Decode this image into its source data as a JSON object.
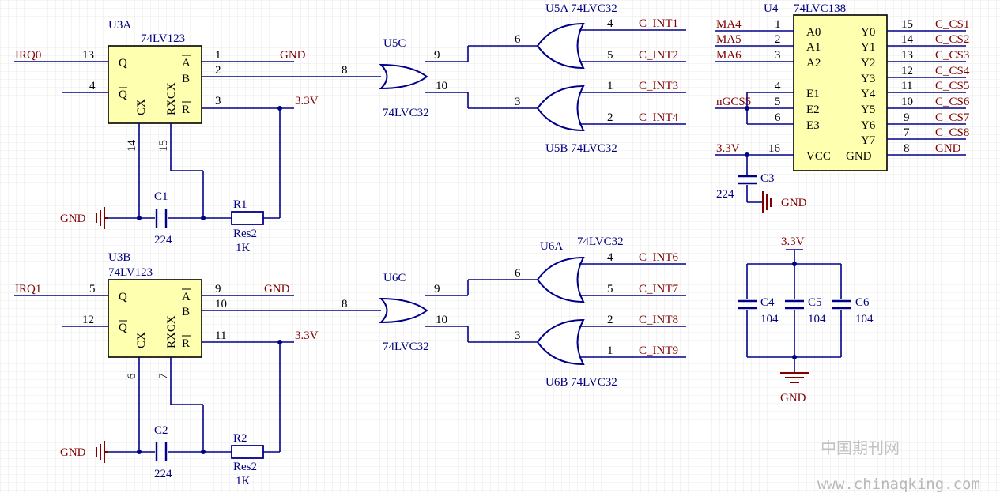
{
  "u3a": {
    "ref": "U3A",
    "part": "74LV123",
    "pin_q": "Q",
    "pin_qn": "Q",
    "pin_a": "A",
    "pin_b": "B",
    "pin_r": "R",
    "pin_cx": "CX",
    "pin_rxcx": "RXCX",
    "n13": "13",
    "n4": "4",
    "n1": "1",
    "n2": "2",
    "n3": "3",
    "n14": "14",
    "n15": "15"
  },
  "u3b": {
    "ref": "U3B",
    "part": "74LV123",
    "pin_q": "Q",
    "pin_qn": "Q",
    "pin_a": "A",
    "pin_b": "B",
    "pin_r": "R",
    "pin_cx": "CX",
    "pin_rxcx": "RXCX",
    "n5": "5",
    "n12": "12",
    "n9": "9",
    "n10": "10",
    "n11": "11",
    "n6": "6",
    "n7": "7"
  },
  "nets": {
    "irq0": "IRQ0",
    "irq1": "IRQ1",
    "gnd": "GND",
    "v33": "3.3V",
    "ngcs5": "nGCS5",
    "ma4": "MA4",
    "ma5": "MA5",
    "ma6": "MA6"
  },
  "c1": {
    "ref": "C1",
    "value": "224"
  },
  "c2": {
    "ref": "C2",
    "value": "224"
  },
  "r1": {
    "ref": "R1",
    "type": "Res2",
    "value": "1K"
  },
  "r2": {
    "ref": "R2",
    "type": "Res2",
    "value": "1K"
  },
  "u5c": {
    "ref": "U5C",
    "part": "74LVC32",
    "in1": "9",
    "in2": "10",
    "out": "8"
  },
  "u6c": {
    "ref": "U6C",
    "part": "74LVC32",
    "in1": "9",
    "in2": "10",
    "out": "8"
  },
  "u5a": {
    "label": "U5A 74LVC32",
    "p4": "4",
    "p5": "5",
    "p6": "6",
    "net4": "C_INT1",
    "net5": "C_INT2"
  },
  "u5b": {
    "label": "U5B 74LVC32",
    "p1": "1",
    "p2": "2",
    "p3": "3",
    "net1": "C_INT3",
    "net2": "C_INT4"
  },
  "u6a": {
    "ref": "U6A",
    "part": "74LVC32",
    "p4": "4",
    "p5": "5",
    "p6": "6",
    "net4": "C_INT6",
    "net5": "C_INT7"
  },
  "u6b": {
    "label": "U6B 74LVC32",
    "p2": "2",
    "p1": "1",
    "p3": "3",
    "net2": "C_INT8",
    "net1": "C_INT9"
  },
  "u4": {
    "ref": "U4",
    "part": "74LVC138",
    "left_pins": [
      "A0",
      "A1",
      "A2",
      "E1",
      "E2",
      "E3",
      "VCC"
    ],
    "right_pins": [
      "Y0",
      "Y1",
      "Y2",
      "Y3",
      "Y4",
      "Y5",
      "Y6",
      "Y7",
      "GND"
    ],
    "left_nums": [
      "1",
      "2",
      "3",
      "4",
      "5",
      "6",
      "16"
    ],
    "right_nums": [
      "15",
      "14",
      "13",
      "12",
      "11",
      "10",
      "9",
      "7",
      "8"
    ],
    "outputs": [
      "C_CS1",
      "C_CS2",
      "C_CS3",
      "C_CS4",
      "C_CS5",
      "C_CS6",
      "C_CS7",
      "C_CS8",
      "GND"
    ]
  },
  "c3": {
    "ref": "C3",
    "value": "224"
  },
  "decoupling": {
    "c4": "C4",
    "c5": "C5",
    "c6": "C6",
    "v4": "104",
    "v5": "104",
    "v6": "104"
  },
  "watermark": {
    "cn": "中国期刊网",
    "url": "www.chinaqking.com"
  }
}
